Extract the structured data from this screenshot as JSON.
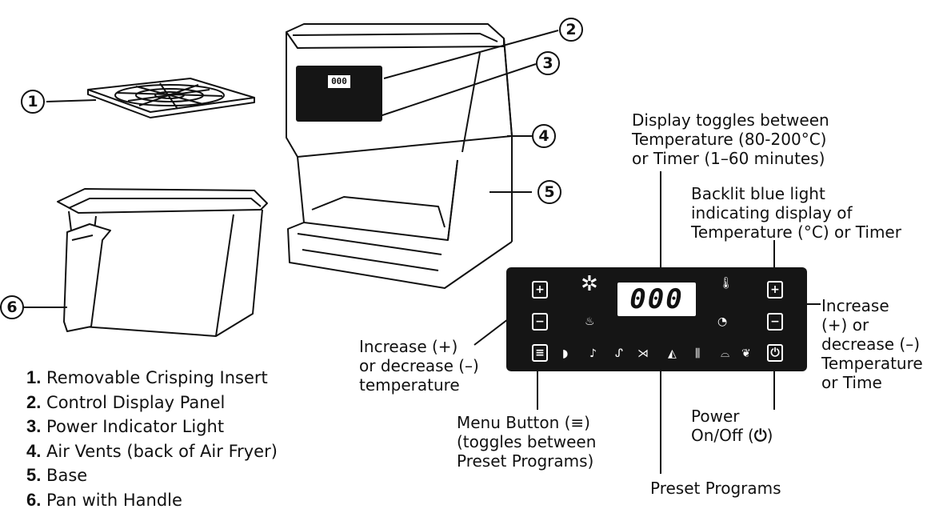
{
  "callouts": [
    "1",
    "2",
    "3",
    "4",
    "5",
    "6"
  ],
  "legend": [
    {
      "num": "1.",
      "text": "Removable Crisping Insert"
    },
    {
      "num": "2.",
      "text": "Control Display Panel"
    },
    {
      "num": "3.",
      "text": "Power Indicator Light"
    },
    {
      "num": "4.",
      "text": "Air Vents (back of Air Fryer)"
    },
    {
      "num": "5.",
      "text": "Base"
    },
    {
      "num": "6.",
      "text": "Pan with Handle"
    }
  ],
  "annotations": {
    "display_toggle": [
      "Display toggles between",
      "Temperature (80-200°C)",
      "or Timer (1–60 minutes)"
    ],
    "backlit": [
      "Backlit blue light",
      "indicating display of",
      "Temperature (°C) or Timer"
    ],
    "temp_adjust": [
      "Increase (+)",
      "or decrease (–)",
      "temperature"
    ],
    "right_adjust": [
      "Increase",
      "(+) or",
      "decrease (–)",
      "Temperature",
      "or Time"
    ],
    "menu": [
      "Menu Button (≡)",
      "(toggles between",
      "Preset Programs)"
    ],
    "power": [
      "Power",
      "On/Off ("
    ],
    "power_suffix": ")",
    "presets": "Preset Programs"
  },
  "panel": {
    "display_value": "000",
    "mini_display_value": "000"
  }
}
